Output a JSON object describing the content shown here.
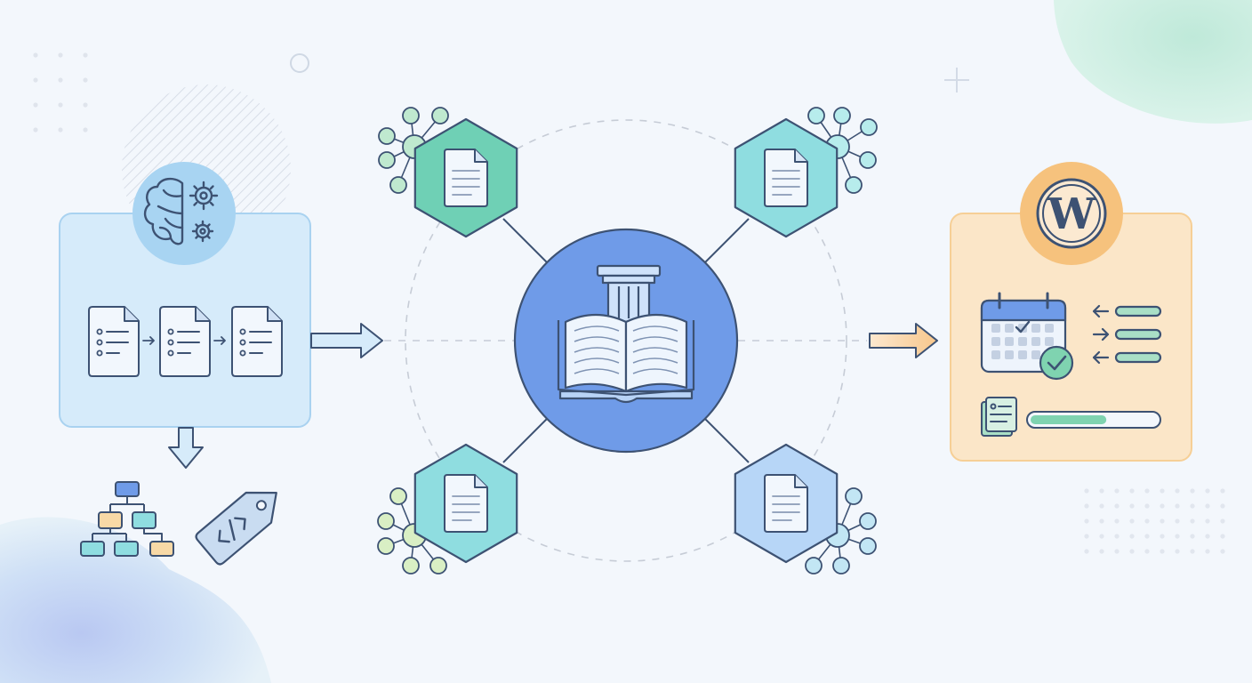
{
  "diagram": {
    "stages": [
      {
        "id": "ai-analysis",
        "icon": "brain-gears-icon",
        "steps": [
          "document-list-icon",
          "document-list-icon",
          "document-list-icon"
        ]
      },
      {
        "id": "knowledge-library",
        "icon": "open-book-pillar-icon",
        "nodes": 4
      },
      {
        "id": "wordpress-publish",
        "icon": "wordpress-logo-icon",
        "logo_letter": "W",
        "progress": 0.6
      }
    ],
    "outputs": [
      "sitemap-hierarchy-icon",
      "code-tag-icon"
    ],
    "colors": {
      "background": "#f3f7fc",
      "left_panel": "#d6ebfa",
      "hub": "#6f9be8",
      "node_green": "#6fd0b5",
      "node_teal": "#8fdde0",
      "node_blue": "#b7d6f7",
      "right_panel": "#fbe6c8",
      "wp_badge": "#f6c27d",
      "progress": "#7fd3b0",
      "outline": "#3d5273"
    }
  }
}
